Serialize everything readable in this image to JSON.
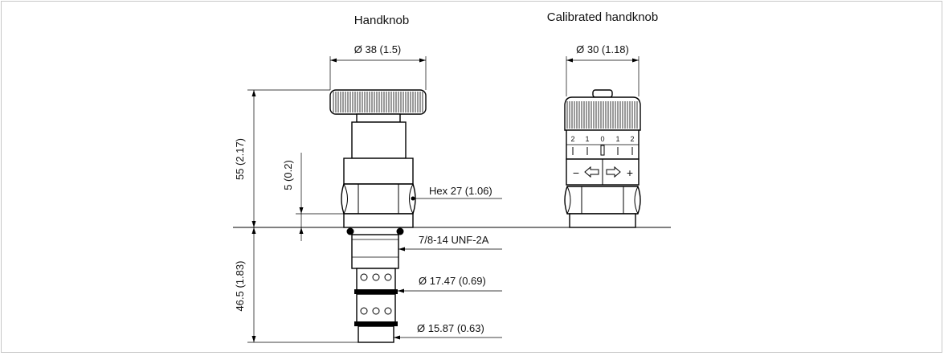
{
  "views": {
    "handknob": {
      "title": "Handknob",
      "dim_knob_diameter": "Ø 38 (1.5)",
      "dim_height": "55 (2.17)",
      "dim_offset": "5 (0.2)",
      "dim_hex": "Hex 27 (1.06)",
      "dim_thread": "7/8-14 UNF-2A",
      "dim_d1": "Ø 17.47 (0.69)",
      "dim_d2": "Ø 15.87 (0.63)",
      "dim_depth": "46.5 (1.83)"
    },
    "calibrated": {
      "title": "Calibrated handknob",
      "dim_knob_diameter": "Ø 30 (1.18)",
      "scale_marks": [
        "2",
        "1",
        "0",
        "1",
        "2"
      ],
      "minus_sign": "−",
      "plus_sign": "+"
    }
  },
  "colors": {
    "line": "#000000",
    "frame": "#c8c8c8",
    "background": "#ffffff"
  }
}
